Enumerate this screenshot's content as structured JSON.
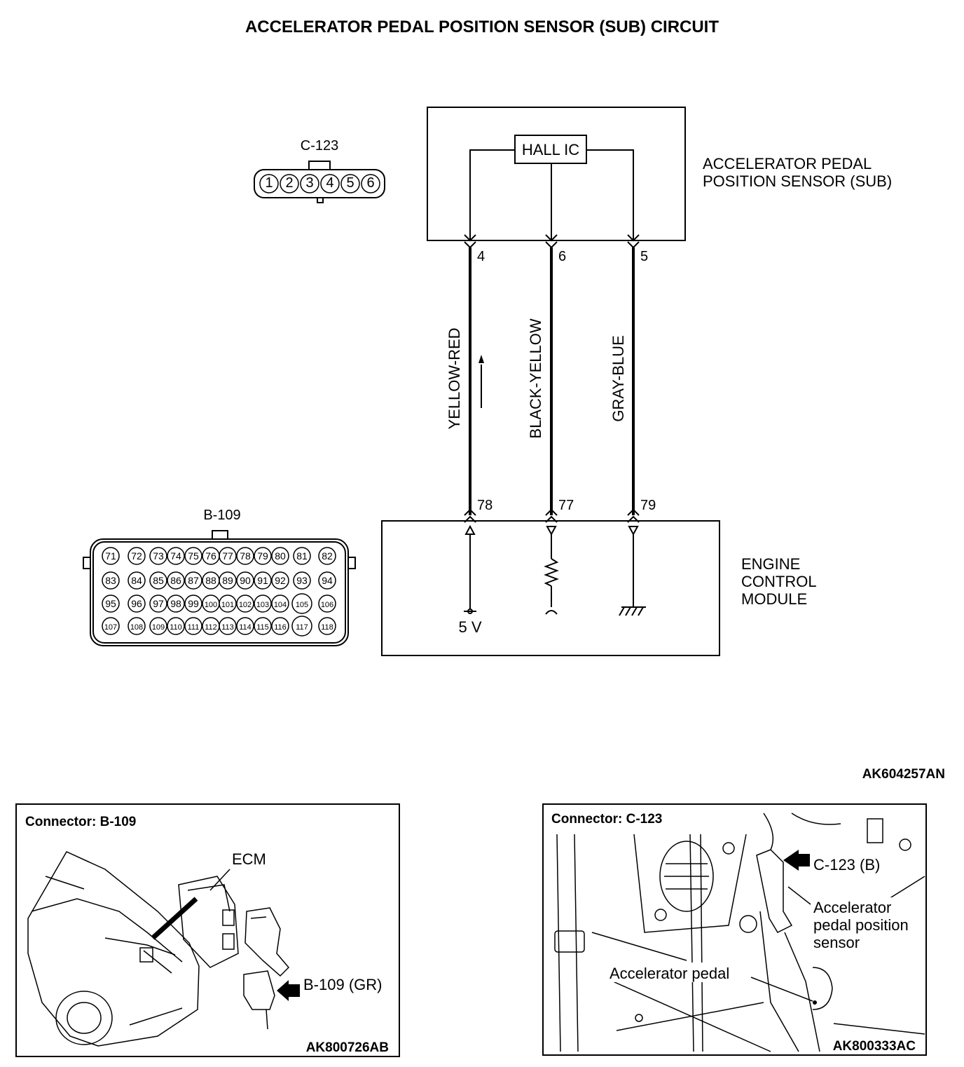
{
  "title": "ACCELERATOR PEDAL POSITION SENSOR (SUB) CIRCUIT",
  "sensor": {
    "name_line1": "ACCELERATOR PEDAL",
    "name_line2": "POSITION SENSOR (SUB)",
    "chip": "HALL IC",
    "terminals": [
      "4",
      "6",
      "5"
    ]
  },
  "ecm": {
    "name_line1": "ENGINE",
    "name_line2": "CONTROL",
    "name_line3": "MODULE",
    "terminals": [
      "78",
      "77",
      "79"
    ],
    "supply": "5 V"
  },
  "wires": [
    "YELLOW-RED",
    "BLACK-YELLOW",
    "GRAY-BLUE"
  ],
  "connector_c123": {
    "label": "C-123",
    "pins": [
      "1",
      "2",
      "3",
      "4",
      "5",
      "6"
    ]
  },
  "connector_b109": {
    "label": "B-109",
    "rows": [
      [
        "71",
        "72",
        "73",
        "74",
        "75",
        "76",
        "77",
        "78",
        "79",
        "80",
        "81",
        "82"
      ],
      [
        "83",
        "84",
        "85",
        "86",
        "87",
        "88",
        "89",
        "90",
        "91",
        "92",
        "93",
        "94"
      ],
      [
        "95",
        "96",
        "97",
        "98",
        "99",
        "100",
        "101",
        "102",
        "103",
        "104",
        "105",
        "106"
      ],
      [
        "107",
        "108",
        "109",
        "110",
        "111",
        "112",
        "113",
        "114",
        "115",
        "116",
        "117",
        "118"
      ]
    ]
  },
  "figure_code": "AK604257AN",
  "panel_left": {
    "heading": "Connector: B-109",
    "ecm_label": "ECM",
    "connector_label": "B-109 (GR)",
    "code": "AK800726AB"
  },
  "panel_right": {
    "heading": "Connector: C-123",
    "connector_label": "C-123 (B)",
    "sensor_line1": "Accelerator",
    "sensor_line2": "pedal position",
    "sensor_line3": "sensor",
    "pedal_label": "Accelerator pedal",
    "code": "AK800333AC"
  }
}
